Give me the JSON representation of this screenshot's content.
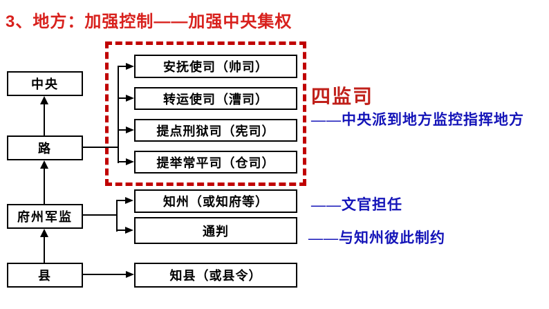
{
  "slide": {
    "title": "3、地方：加强控制——加强中央集权"
  },
  "hierarchy": {
    "central": "中央",
    "circuit": "路",
    "prefecture": "府州军监",
    "county": "县"
  },
  "four_supervisors": {
    "frame_label": "四监司",
    "frame_desc": "——中央派到地方监控指挥地方",
    "boxes": [
      "安抚使司（帅司）",
      "转运使司（漕司）",
      "提点刑狱司（宪司）",
      "提举常平司（仓司）"
    ]
  },
  "prefecture_officials": {
    "zhizhou": "知州（或知府等）",
    "zhizhou_note": "——文官担任",
    "tongpan": "通判",
    "tongpan_note": "——与知州彼此制约"
  },
  "county_official": {
    "zhixian": "知县（或县令）"
  },
  "colors": {
    "title_red": "#d8211d",
    "frame_red": "#c00000",
    "supervisor_label_red": "#c0201a",
    "note_blue": "#1414b8",
    "line_black": "#000000"
  }
}
